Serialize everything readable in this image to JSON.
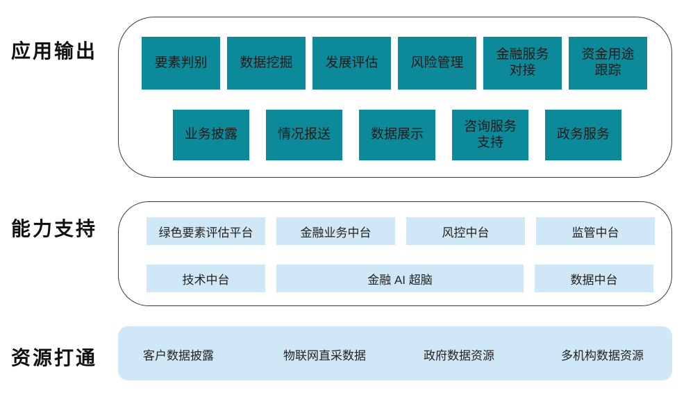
{
  "colors": {
    "teal": "#0d8a9a",
    "light_blue": "#cfe7f7",
    "container_border": "#3a3a3a",
    "text_dark": "#1a1a1a"
  },
  "sections": {
    "application_output": {
      "label": "应用输出",
      "row1": [
        "要素判别",
        "数据挖掘",
        "发展评估",
        "风险管理",
        "金融服务\n对接",
        "资金用途\n跟踪"
      ],
      "row2": [
        "业务披露",
        "情况报送",
        "数据展示",
        "咨询服务\n支持",
        "政务服务"
      ]
    },
    "capability_support": {
      "label": "能力支持",
      "row1": [
        "绿色要素评估平台",
        "金融业务中台",
        "风控中台",
        "监管中台"
      ],
      "row2": [
        "技术中台",
        "金融 AI 超脑",
        "数据中台"
      ]
    },
    "resource_connection": {
      "label": "资源打通",
      "items": [
        "客户数据披露",
        "物联网直采数据",
        "政府数据资源",
        "多机构数据资源"
      ]
    }
  }
}
